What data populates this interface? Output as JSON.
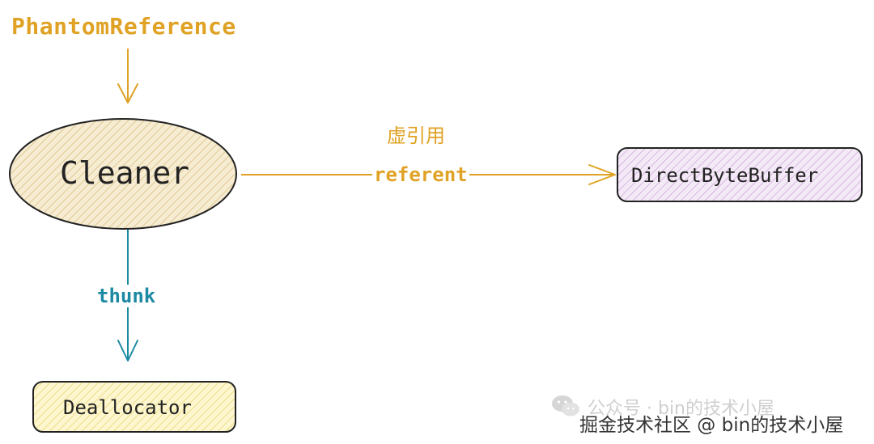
{
  "diagram": {
    "top_label": "PhantomReference",
    "cleaner_label": "Cleaner",
    "edge_virtual_ref_label": "虚引用",
    "edge_referent_label": "referent",
    "target_label": "DirectByteBuffer",
    "edge_thunk_label": "thunk",
    "deallocator_label": "Deallocator"
  },
  "watermark": {
    "line1": "公众号 · bin的技术小屋",
    "line2": "掘金技术社区 @ bin的技术小屋"
  },
  "colors": {
    "orange": "#e0a224",
    "teal": "#1c8aa3",
    "text": "#222222",
    "cleaner_fill": "#f3e3b8",
    "dbb_fill": "#ead5f0",
    "dealloc_fill": "#fbf1b0"
  },
  "icons": {
    "wechat": "wechat-icon"
  }
}
